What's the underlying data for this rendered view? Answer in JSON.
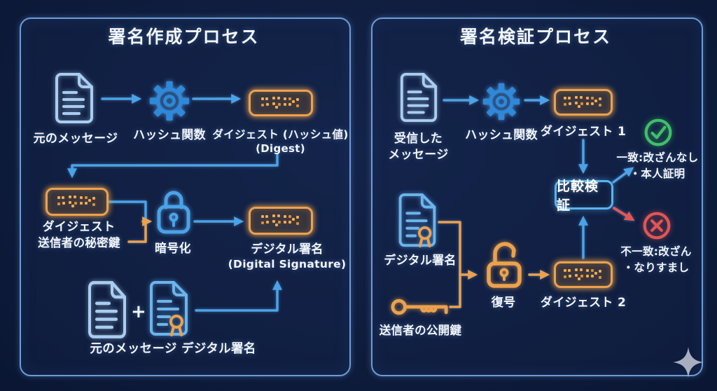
{
  "colors": {
    "background": "#0e1c3c",
    "panel_border": "#6d9cd6",
    "blue_arrow": "#4aa3e8",
    "light_blue_icon": "#a9cdf0",
    "gear_blue": "#2f88d8",
    "orange": "#eca14e",
    "green": "#3fbf6a",
    "red": "#e25555",
    "text": "#f2f6fc"
  },
  "left": {
    "title": "署名作成プロセス",
    "original_message": "元のメッセージ",
    "hash_function": "ハッシュ関数",
    "digest_line1": "ダイジェスト (ハッシュ値)",
    "digest_line2": "(Digest)",
    "digest2_line1": "ダイジェスト",
    "digest2_line2": "送信者の秘密鍵",
    "encrypt": "暗号化",
    "signature_line1": "デジタル署名",
    "signature_line2": "(Digital Signature)",
    "plus": "+",
    "combined": "元のメッセージ デジタル署名"
  },
  "right": {
    "title": "署名検証プロセス",
    "received_line1": "受信した",
    "received_line2": "メッセージ",
    "hash_function": "ハッシュ関数",
    "digest1": "ダイジェスト 1",
    "compare": "比較検証",
    "match_line1": "一致:改ざんなし",
    "match_line2": "・本人証明",
    "mismatch_line1": "不一致:改ざん",
    "mismatch_line2": "・なりすまし",
    "signature": "デジタル署名",
    "public_key": "送信者の公開鍵",
    "decrypt": "復号",
    "digest2": "ダイジェスト 2"
  },
  "icons": {
    "document": "outlined page with folded corner and text lines",
    "signed_document": "outlined page with orange award ribbon",
    "gear": "cog wheel",
    "digest": "orange dot-matrix hash box",
    "lock_closed": "closed padlock",
    "lock_open": "open padlock",
    "key": "key pointing right",
    "check": "green check in circle",
    "cross": "red x in circle",
    "sparkle": "four-point star watermark"
  }
}
